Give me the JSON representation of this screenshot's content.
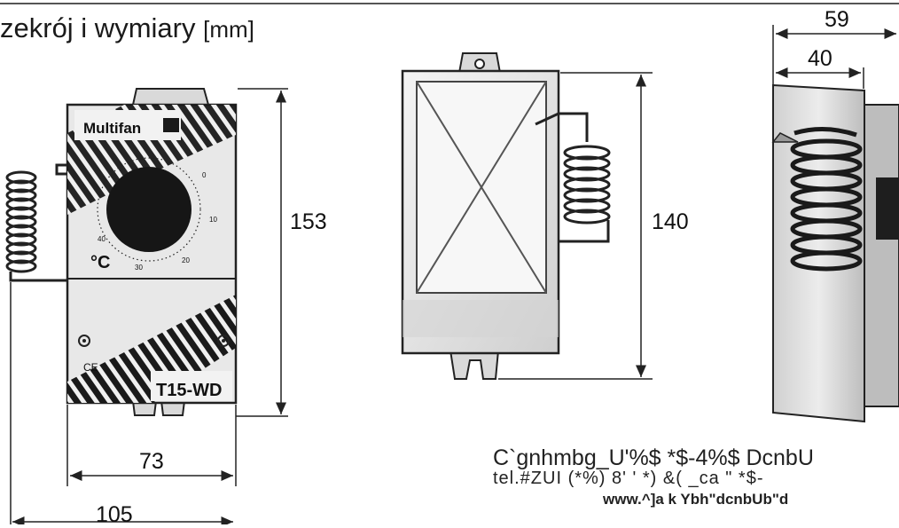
{
  "header": {
    "title": "zekrój i wymiary",
    "unit": "[mm]"
  },
  "front_view": {
    "brand": "Multifan",
    "unit_symbol": "°C",
    "model": "T15-WD",
    "ce_mark": "CE",
    "dial_labels": [
      "0",
      "10",
      "20",
      "30",
      "40"
    ]
  },
  "dimensions": {
    "front_height": "153",
    "front_width": "73",
    "total_width": "105",
    "back_height": "140",
    "side_outer": "59",
    "side_inner": "40"
  },
  "footer": {
    "line1": "C`gnhmbg_U'%$      *$-4%$ DcnbU",
    "line2": "tel.#ZUI (*%) 8' ' *) &(   _ca \" *$-",
    "line3": "www.^]a k Ybh\"dcnbUb\"d"
  },
  "colors": {
    "line": "#222222",
    "housing_light": "#e6e6e6",
    "housing_dark": "#1a1a1a"
  }
}
